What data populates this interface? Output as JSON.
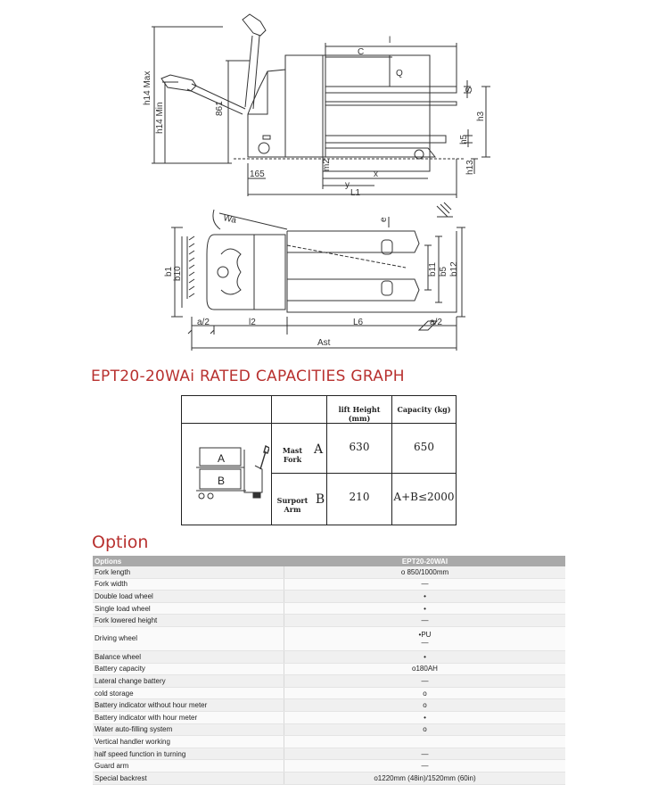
{
  "drawing_labels": {
    "h14max": "h14 Max",
    "h14min": "h14 Min",
    "h861": "861",
    "l": "l",
    "c": "C",
    "q": "Q",
    "s": "S",
    "h3": "h3",
    "h5": "h5",
    "h13": "h13",
    "m2": "m2",
    "x": "x",
    "y": "y",
    "l1": "L1",
    "d165": "165",
    "wa": "Wa",
    "e": "e",
    "b1": "b1",
    "b10": "b10",
    "b11": "b11",
    "b5": "b5",
    "b12": "b12",
    "a2_left": "a/2",
    "l2": "l2",
    "l6": "L6",
    "a2_right": "a/2",
    "ast": "Ast"
  },
  "capacities": {
    "title": "EPT20-20WAi RATED CAPACITIES GRAPH",
    "col_lift_height": "lift Height (mm)",
    "col_capacity": "Capacity (kg)",
    "row_a_label": "Mast Fork",
    "row_a_letter": "A",
    "row_a_height": "630",
    "row_a_capacity": "650",
    "row_b_label": "Surport Arm",
    "row_b_letter": "B",
    "row_b_height": "210",
    "row_b_capacity": "A+B≤2000",
    "box_a": "A",
    "box_b": "B"
  },
  "options": {
    "title": "Option",
    "header_name": "Options",
    "header_model": "EPT20-20WAI",
    "rows": [
      {
        "name": "Fork length",
        "value": "o 850/1000mm"
      },
      {
        "name": "Fork width",
        "value": "—"
      },
      {
        "name": "Double load wheel",
        "value": "•"
      },
      {
        "name": "Single load wheel",
        "value": "•"
      },
      {
        "name": "Fork lowered height",
        "value": "—"
      },
      {
        "name": "Driving wheel",
        "value": "•PU",
        "value2": "—"
      },
      {
        "name": "Balance wheel",
        "value": "•"
      },
      {
        "name": "Battery capacity",
        "value": "o180AH"
      },
      {
        "name": "Lateral change battery",
        "value": "—"
      },
      {
        "name": "cold storage",
        "value": "o"
      },
      {
        "name": "Battery indicator without hour meter",
        "value": "o"
      },
      {
        "name": "Battery indicator with hour meter",
        "value": "•"
      },
      {
        "name": "Water auto-filling system",
        "value": "o"
      },
      {
        "name": "Vertical handler working",
        "value": ""
      },
      {
        "name": "half speed function in turning",
        "value": "—"
      },
      {
        "name": " Guard arm",
        "value": "—"
      },
      {
        "name": "Special backrest",
        "value": "o1220mm (48in)/1520mm (60in)"
      }
    ]
  }
}
